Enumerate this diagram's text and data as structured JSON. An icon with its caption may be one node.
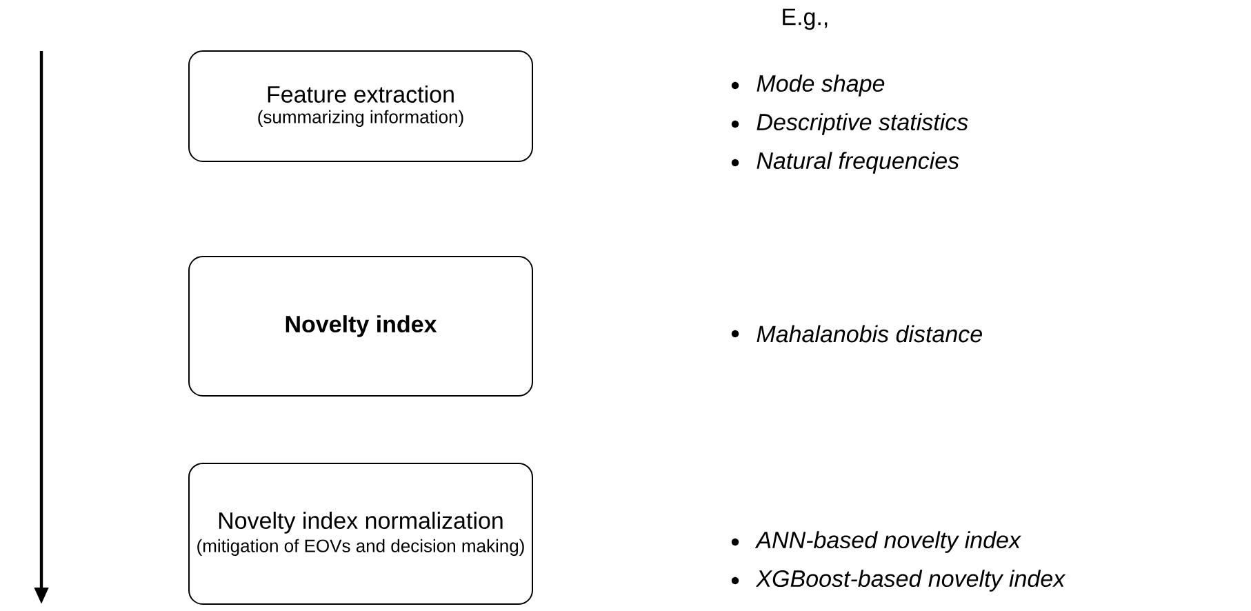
{
  "diagram": {
    "nodes": [
      {
        "text": [
          "Feature extraction",
          "(summarizing information)"
        ]
      },
      {
        "text": [
          "Novelty index"
        ]
      },
      {
        "text": [
          "Novelty index normalization",
          "(mitigation of EOVs and decision making)"
        ]
      }
    ],
    "labels": [
      "E.g.,",
      "Mode shape",
      "Descriptive statistics",
      "Natural frequencies",
      "Mahalanobis distance",
      "ANN-based novelty index",
      "XGBoost-based novelty index"
    ]
  }
}
